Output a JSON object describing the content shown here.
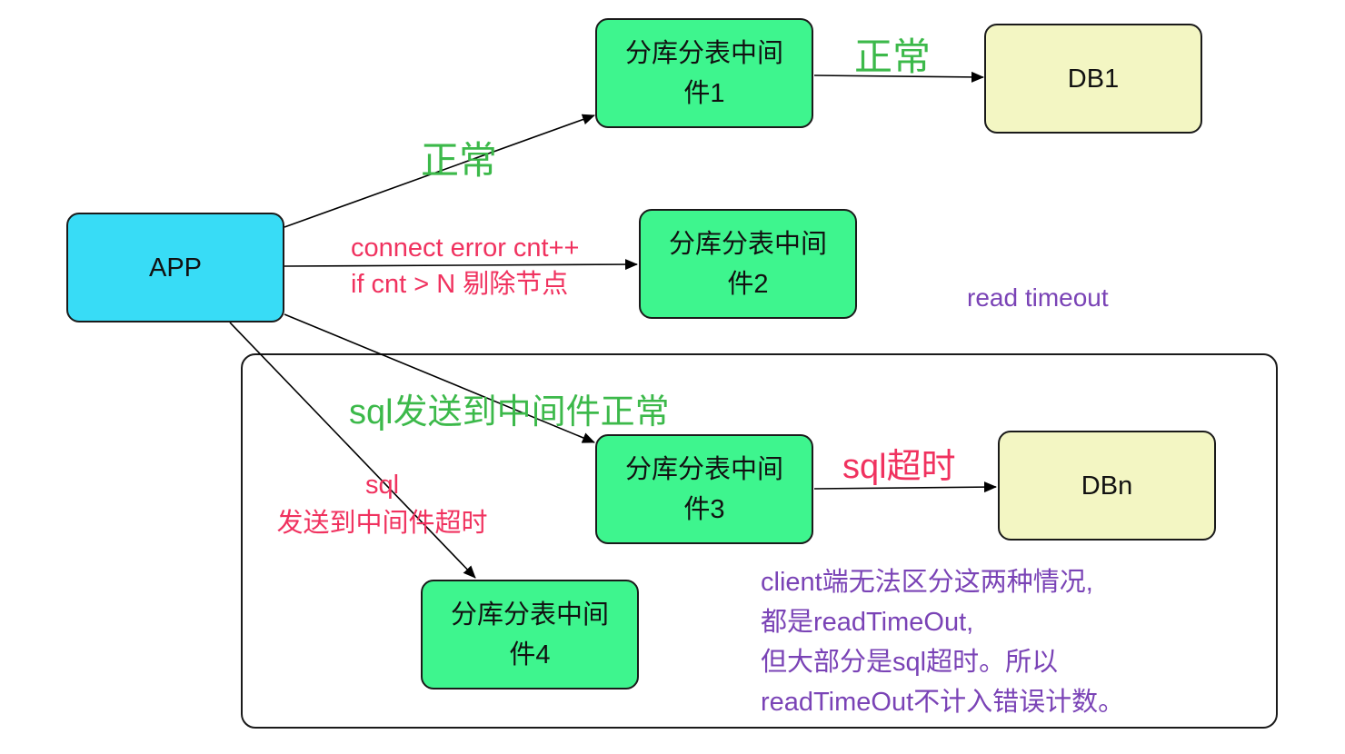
{
  "nodes": {
    "app": "APP",
    "mid1": [
      "分库分表中间",
      "件1"
    ],
    "mid2": [
      "分库分表中间",
      "件2"
    ],
    "mid3": [
      "分库分表中间",
      "件3"
    ],
    "mid4": [
      "分库分表中间",
      "件4"
    ],
    "db1": "DB1",
    "dbn": "DBn"
  },
  "labels": {
    "app_to_mid1": "正常",
    "mid1_to_db1": "正常",
    "app_to_mid2": [
      "connect error cnt++",
      "if cnt > N 剔除节点"
    ],
    "read_timeout": "read timeout",
    "app_to_mid3": "sql发送到中间件正常",
    "mid3_to_dbn": "sql超时",
    "app_to_mid4": [
      "sql",
      "发送到中间件超时"
    ],
    "note": [
      "client端无法区分这两种情况,",
      "都是readTimeOut,",
      "但大部分是sql超时。所以",
      "readTimeOut不计入错误计数。"
    ]
  },
  "colors": {
    "app_fill": "#38dcf6",
    "middleware_fill": "#3ef58e",
    "db_fill": "#f3f6c3",
    "green_label": "#3cb94a",
    "red_label": "#f0325f",
    "purple_label": "#7a43b6"
  }
}
